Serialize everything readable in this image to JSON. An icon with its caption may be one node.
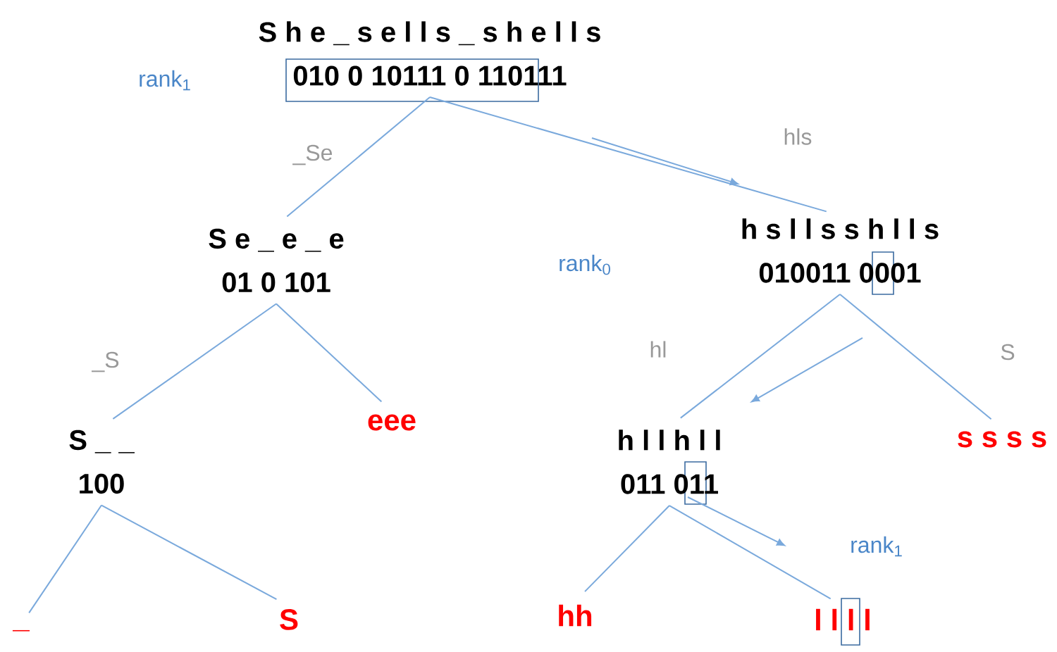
{
  "diagram": {
    "nodes": [
      {
        "text": [
          "S h e _ s e l l s _ s h e l l s",
          "010 0 10111 0 110111"
        ]
      },
      {
        "text": [
          "S e _ e _ e",
          "01 0 101"
        ]
      },
      {
        "text": [
          "h s l l s s h l l s",
          "010011 0001"
        ]
      },
      {
        "text": [
          "S _ _",
          "100"
        ]
      },
      {
        "text": [
          "eee"
        ]
      },
      {
        "text": [
          "h l l h l l",
          "011 011"
        ]
      },
      {
        "text": [
          "s s s s"
        ]
      },
      {
        "text": [
          "_"
        ]
      },
      {
        "text": [
          "S"
        ]
      },
      {
        "text": [
          "hh"
        ]
      },
      {
        "text": [
          "l l l l"
        ]
      }
    ],
    "edges": [
      {
        "from": 0,
        "to": 1,
        "arrow": "none",
        "label": "_Se"
      },
      {
        "from": 0,
        "to": 2,
        "arrow": "none",
        "label": "hls"
      },
      {
        "from": 1,
        "to": 3,
        "arrow": "none",
        "label": "_S"
      },
      {
        "from": 1,
        "to": 4,
        "arrow": "none"
      },
      {
        "from": 2,
        "to": 5,
        "arrow": "none",
        "label": "hl"
      },
      {
        "from": 2,
        "to": 6,
        "arrow": "none",
        "label": "S"
      },
      {
        "from": 3,
        "to": 7,
        "arrow": "none"
      },
      {
        "from": 3,
        "to": 8,
        "arrow": "none"
      },
      {
        "from": 5,
        "to": 9,
        "arrow": "none"
      },
      {
        "from": 5,
        "to": 10,
        "arrow": "none"
      }
    ],
    "labels": [
      "rank$_{1}$",
      "rank$_{0}$",
      "rank$_{1}$"
    ]
  }
}
